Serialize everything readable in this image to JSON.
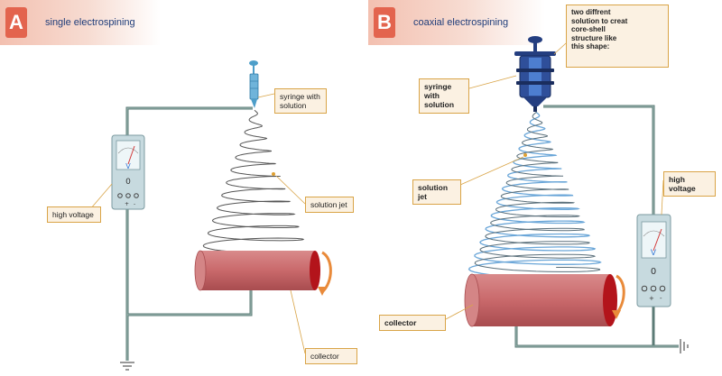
{
  "panel_a": {
    "letter": "A",
    "title": "single electrospining",
    "labels": {
      "syringe": "syringe with solution",
      "jet": "solution jet",
      "voltage": "high voltage",
      "collector": "collector"
    },
    "meter_value": "0"
  },
  "panel_b": {
    "letter": "B",
    "title": "coaxial electrospining",
    "labels": {
      "note": "two diffrent solution to creat core-shell structure like this shape:",
      "syringe": "syringe with solution",
      "jet": "solution jet",
      "voltage": "high voltage",
      "collector": "collector"
    },
    "meter_value": "0"
  },
  "colors": {
    "banner_accent": "#e3644e",
    "wire": "#5b7b76",
    "collector_body": "#c9696b",
    "collector_end": "#b3141b",
    "rotation_arrow": "#e98a3a",
    "callout_border": "#d9a447",
    "meter_body": "#c7dadf",
    "syringe_a": "#4d9ec9",
    "syringe_b": "#243e80",
    "core_shape": "#1f7fd0"
  }
}
